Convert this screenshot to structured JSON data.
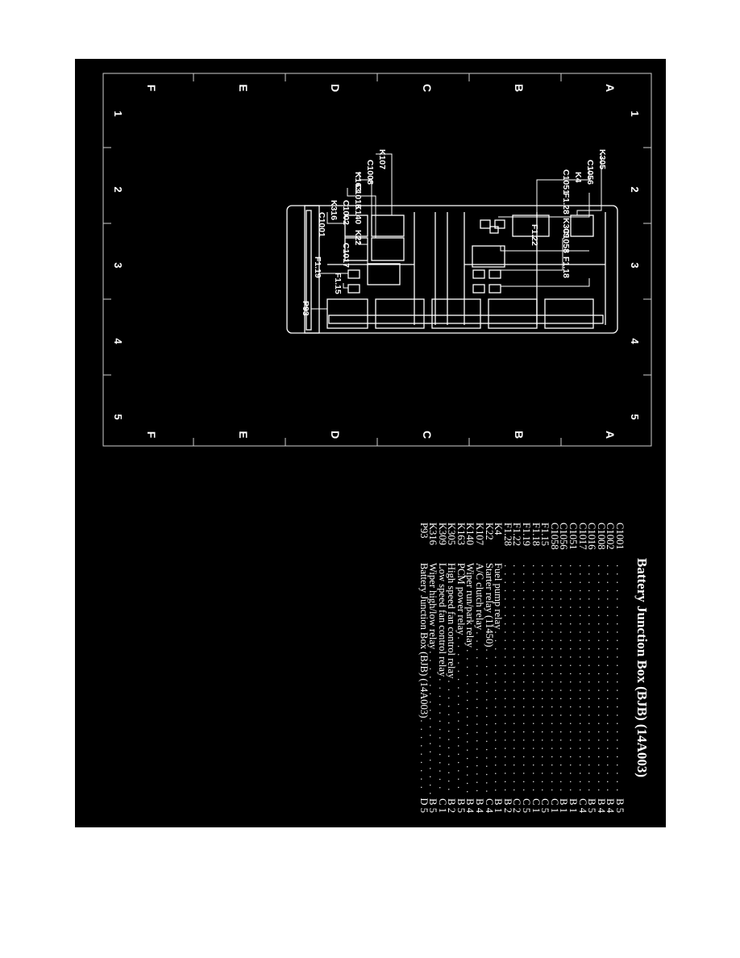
{
  "zone_rows": [
    "A",
    "B",
    "C",
    "D",
    "E",
    "F"
  ],
  "zone_cols": [
    "1",
    "2",
    "3",
    "4",
    "5"
  ],
  "diagram_labels": {
    "K305": "K305",
    "C1056": "C1056",
    "K4": "K4",
    "C1051": "C1051",
    "K309": "K309",
    "C1058": "C1058",
    "F1_18": "F1.18",
    "F1_22": "F1.22",
    "F1_28": "F1.28",
    "K107": "K107",
    "C1008": "C1008",
    "K163": "K163",
    "C1016": "C1016",
    "K140": "K140",
    "C1002": "C1002",
    "K316": "K316",
    "C1001": "C1001",
    "K22": "K22",
    "C1017": "C1017",
    "F1_15": "F1.15",
    "F1_19": "F1.19",
    "P93": "P93"
  },
  "legend": {
    "title": "Battery Junction Box (BJB) (14A003)",
    "entries": [
      {
        "code": "C1001",
        "desc": "",
        "loc": "B 5"
      },
      {
        "code": "C1002",
        "desc": "",
        "loc": "B 4"
      },
      {
        "code": "C1008",
        "desc": "",
        "loc": "B 4"
      },
      {
        "code": "C1016",
        "desc": "",
        "loc": "B 5"
      },
      {
        "code": "C1017",
        "desc": "",
        "loc": "C 4"
      },
      {
        "code": "C1051",
        "desc": "",
        "loc": "B 1"
      },
      {
        "code": "C1056",
        "desc": "",
        "loc": "B 1"
      },
      {
        "code": "C1058",
        "desc": "",
        "loc": "C 1"
      },
      {
        "code": "F1.15",
        "desc": "",
        "loc": "C 5"
      },
      {
        "code": "F1.18",
        "desc": "",
        "loc": "C 1"
      },
      {
        "code": "F1.19",
        "desc": "",
        "loc": "C 5"
      },
      {
        "code": "F1.22",
        "desc": "",
        "loc": "C 2"
      },
      {
        "code": "F1.28",
        "desc": "",
        "loc": "B 2"
      },
      {
        "code": "K4",
        "desc": "Fuel pump relay",
        "loc": "B 1"
      },
      {
        "code": "K22",
        "desc": "Starter relay (11450)",
        "loc": "C 4"
      },
      {
        "code": "K107",
        "desc": "A/C clutch relay",
        "loc": "B 4"
      },
      {
        "code": "K140",
        "desc": "Wiper run/park relay",
        "loc": "B 4"
      },
      {
        "code": "K163",
        "desc": "PCM power relay",
        "loc": "B 5"
      },
      {
        "code": "K305",
        "desc": "High speed fan control relay",
        "loc": "B 2"
      },
      {
        "code": "K309",
        "desc": "Low speed fan control relay",
        "loc": "C 1"
      },
      {
        "code": "K316",
        "desc": "Wiper high/low relay",
        "loc": "B 5"
      },
      {
        "code": "P93",
        "desc": "Battery Junction Box (BJB) (14A003)",
        "loc": "D 5"
      }
    ]
  }
}
